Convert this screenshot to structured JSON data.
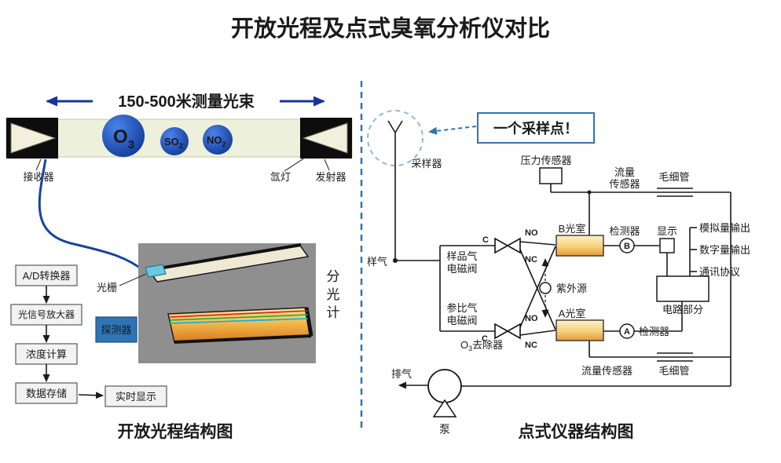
{
  "title": "开放光程及点式臭氧分析仪对比",
  "colors": {
    "title_red": "#e60000",
    "caption_blue": "#1f4e9c",
    "beam_navy": "#17339c",
    "divider_blue": "#2e75b6",
    "molecule_blue": "#10399a",
    "detector_box_blue": "#2e75b6",
    "callout_text_red": "#c00000",
    "chamber_orange": "#e59a35"
  },
  "left_panel": {
    "beam_label": "150-500米测量光束",
    "molecules": [
      {
        "main": "O",
        "sub": "3"
      },
      {
        "main": "SO",
        "sub": "2"
      },
      {
        "main": "NO",
        "sub": "2"
      }
    ],
    "receiver_label": "接收器",
    "xenon_label": "氙灯",
    "emitter_label": "发射器",
    "grating_label": "光栅",
    "detector_label": "探测器",
    "spectrometer_chars": [
      "分",
      "光",
      "计"
    ],
    "flow_boxes": [
      "A/D转换器",
      "光信号放大器",
      "浓度计算",
      "数据存储"
    ],
    "display_box": "实时显示",
    "caption": "开放光程结构图"
  },
  "right_panel": {
    "sampler_label": "采样器",
    "callout_text": "一个采样点！",
    "sample_gas_label": "样气",
    "pressure_sensor_label": "压力传感器",
    "flow_sensor_top_lines": [
      "流量",
      "传感器"
    ],
    "capillary_top_label": "毛细管",
    "sample_valve_lines": [
      "样品气",
      "电磁阀"
    ],
    "ref_valve_lines": [
      "参比气",
      "电磁阀"
    ],
    "o3_remover": {
      "pre": "O",
      "sub": "3",
      "post": "去除器"
    },
    "ports": {
      "no": "NO",
      "nc": "NC",
      "c": "C"
    },
    "chamber_b_label": "B光室",
    "chamber_a_label": "A光室",
    "uv_label": "紫外源",
    "detector_label_top": "检测器",
    "detector_label_bottom": "检测器",
    "detector_b_letter": "B",
    "detector_a_letter": "A",
    "display_label": "显示",
    "outputs": [
      "模拟量输出",
      "数字量输出",
      "通讯协议"
    ],
    "circuit_label": "电路部分",
    "flow_sensor_bottom_label": "流量传感器",
    "capillary_bottom_label": "毛细管",
    "exhaust_label": "排气",
    "pump_label": "泵",
    "caption": "点式仪器结构图"
  }
}
